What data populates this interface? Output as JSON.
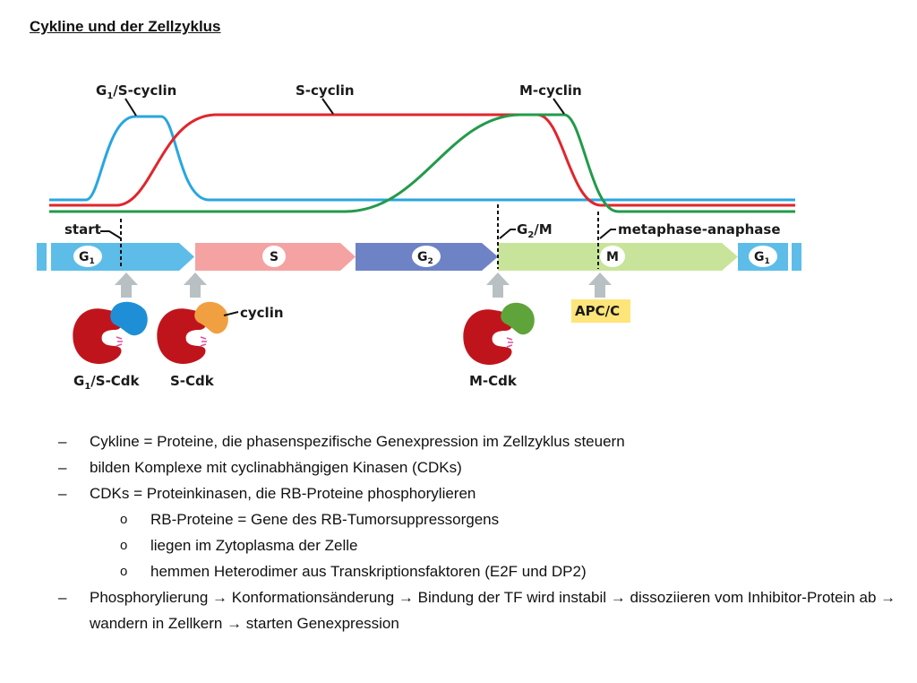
{
  "page": {
    "title": "Cykline und der Zellzyklus"
  },
  "figure": {
    "curves": {
      "g1s": {
        "sub_main": "G",
        "sub": "1",
        "rest": "/S-cyclin",
        "color": "#29a6e0"
      },
      "s": {
        "label": "S-cyclin",
        "color": "#e0262c"
      },
      "m": {
        "label": "M-cyclin",
        "color": "#239a4b"
      }
    },
    "checkpoints": {
      "start": "start",
      "g2m_main": "G",
      "g2m_sub": "2",
      "g2m_rest": "/M",
      "metaphase": "metaphase-anaphase"
    },
    "phases": {
      "g1_main": "G",
      "g1_sub": "1",
      "s": "S",
      "g2_main": "G",
      "g2_sub": "2",
      "m": "M",
      "g1b_main": "G",
      "g1b_sub": "1"
    },
    "complexes": {
      "cyclin_label": "cyclin",
      "g1s_cdk_main": "G",
      "g1s_cdk_sub": "1",
      "g1s_cdk_rest": "/S-Cdk",
      "s_cdk": "S-Cdk",
      "m_cdk": "M-Cdk",
      "apcc": "APC/C"
    },
    "colors": {
      "g1_arrow": "#5dbde8",
      "s_arrow": "#f5a2a2",
      "g2_arrow": "#6e82c6",
      "m_arrow": "#c8e49a",
      "cdk": "#c0141c",
      "g1s_cyclin": "#1e8fd6",
      "s_cyclin": "#f0a040",
      "m_cyclin": "#5ea43a",
      "apcc_box": "#fde57a"
    }
  },
  "bullets": [
    {
      "marker": "–",
      "text": "Cykline = Proteine, die phasenspezifische Genexpression im Zellzyklus steuern",
      "level": 1
    },
    {
      "marker": "–",
      "text": "bilden Komplexe mit cyclinabhängigen Kinasen (CDKs)",
      "level": 1
    },
    {
      "marker": "–",
      "text": "CDKs = Proteinkinasen, die RB-Proteine phosphorylieren",
      "level": 1
    },
    {
      "marker": "o",
      "text": "RB-Proteine = Gene des RB-Tumorsuppressorgens",
      "level": 2
    },
    {
      "marker": "o",
      "text": "liegen im Zytoplasma der Zelle",
      "level": 2
    },
    {
      "marker": "o",
      "text": "hemmen Heterodimer aus Transkriptionsfaktoren (E2F und DP2)",
      "level": 2
    },
    {
      "marker": "–",
      "text": "Phosphorylierung → Konformationsänderung → Bindung der TF wird instabil → dissoziieren vom Inhibitor-Protein ab → wandern in Zellkern → starten Genexpression",
      "level": 1
    }
  ]
}
